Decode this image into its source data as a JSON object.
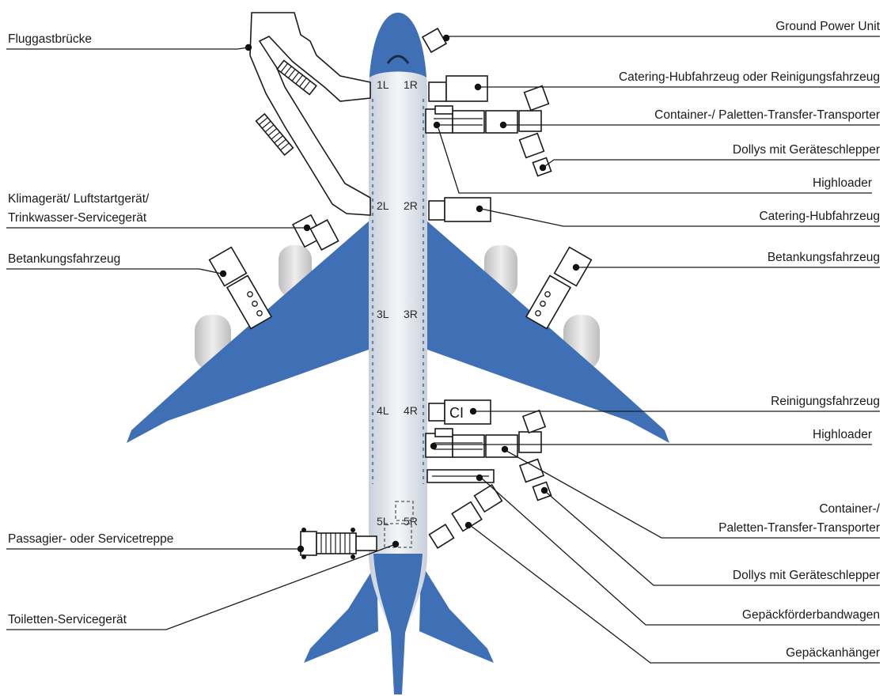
{
  "doors": {
    "d1L": "1L",
    "d1R": "1R",
    "d2L": "2L",
    "d2R": "2R",
    "d3L": "3L",
    "d3R": "3R",
    "d4L": "4L",
    "d4R": "4R",
    "d5L": "5L",
    "d5R": "5R"
  },
  "labels_left": {
    "passenger_bridge": "Fluggastbrücke",
    "aircon_line1": "Klimagerät/ Luftstartgerät/",
    "aircon_line2": "Trinkwasser-Servicegerät",
    "fuel_left": "Betankungsfahrzeug",
    "stairs": "Passagier- oder Servicetreppe",
    "toilet": "Toiletten-Servicegerät"
  },
  "labels_right": {
    "gpu": "Ground Power Unit",
    "catering_cleaning": "Catering-Hubfahrzeug oder Reinigungsfahrzeug",
    "container_transfer_front": "Container-/ Paletten-Transfer-Transporter",
    "dollies_front": "Dollys mit Geräteschlepper",
    "highloader_front": "Highloader",
    "catering": "Catering-Hubfahrzeug",
    "fuel_right": "Betankungsfahrzeug",
    "cleaning": "Reinigungsfahrzeug",
    "highloader_rear": "Highloader",
    "container_transfer_rear_line1": "Container-/",
    "container_transfer_rear_line2": "Paletten-Transfer-Transporter",
    "dollies_rear": "Dollys mit Geräteschlepper",
    "belt_loader": "Gepäckförderbandwagen",
    "baggage_cart": "Gepäckanhänger"
  },
  "cleaning_badge": "CI",
  "colors": {
    "aircraft_blue": "#3f6fb5",
    "fuselage": "#dfe4ec",
    "engine": "#d9d9d9",
    "line": "#1a1a1a"
  }
}
